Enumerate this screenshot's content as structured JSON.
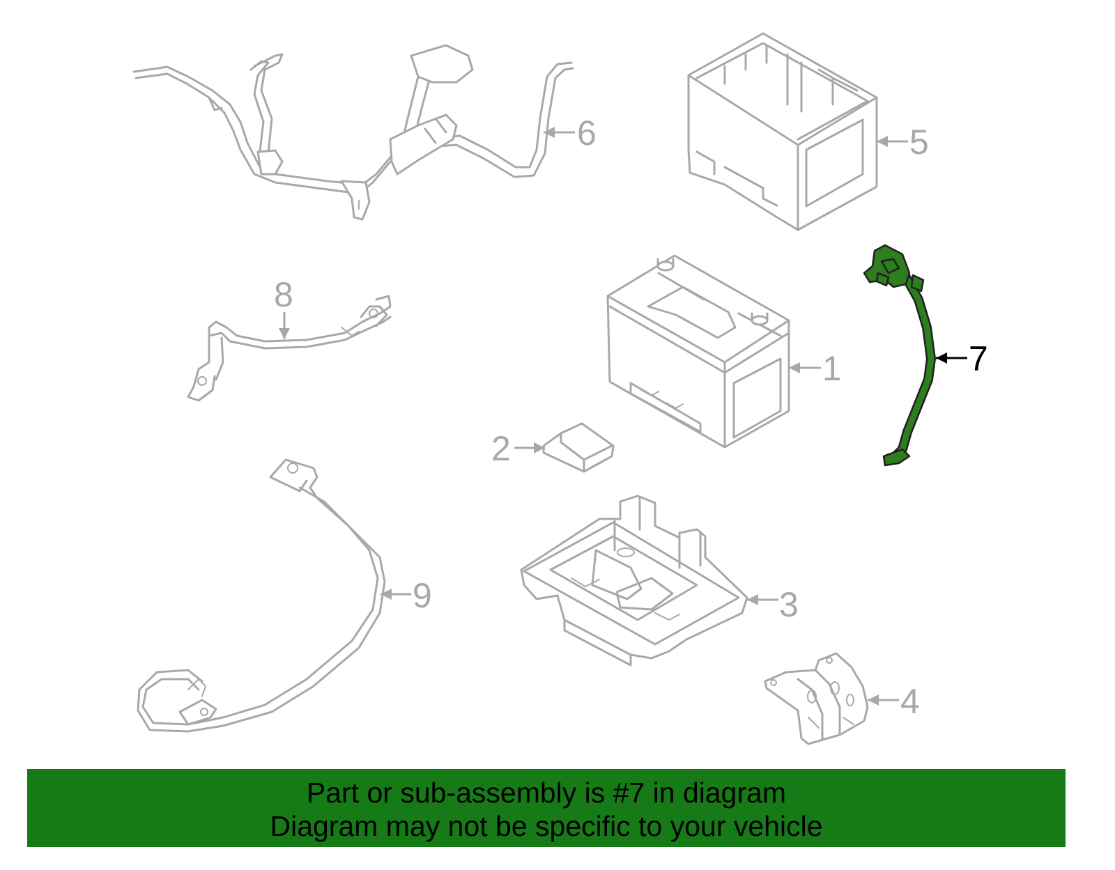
{
  "callouts": [
    {
      "id": "1",
      "label": "1",
      "highlighted": false
    },
    {
      "id": "2",
      "label": "2",
      "highlighted": false
    },
    {
      "id": "3",
      "label": "3",
      "highlighted": false
    },
    {
      "id": "4",
      "label": "4",
      "highlighted": false
    },
    {
      "id": "5",
      "label": "5",
      "highlighted": false
    },
    {
      "id": "6",
      "label": "6",
      "highlighted": false
    },
    {
      "id": "7",
      "label": "7",
      "highlighted": true
    },
    {
      "id": "8",
      "label": "8",
      "highlighted": false
    },
    {
      "id": "9",
      "label": "9",
      "highlighted": false
    }
  ],
  "banner": {
    "line1": "Part or sub-assembly is #7 in diagram",
    "line2": "Diagram may not be specific to your vehicle"
  },
  "colors": {
    "banner_background": "#167a16",
    "highlight_part": "#2e7d1f",
    "part_outline": "#a8a8a8"
  }
}
